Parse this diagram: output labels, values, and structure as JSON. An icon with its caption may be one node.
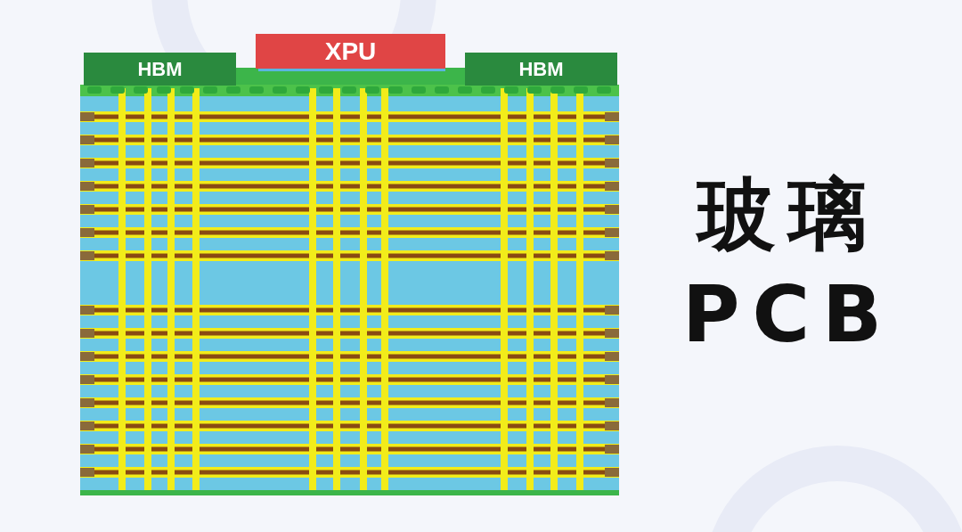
{
  "diagram": {
    "title": "玻璃 PCB",
    "nodes": [
      {
        "text": [
          "HBM"
        ]
      },
      {
        "text": [
          "XPU"
        ]
      },
      {
        "text": [
          "HBM"
        ]
      }
    ],
    "edges": []
  }
}
